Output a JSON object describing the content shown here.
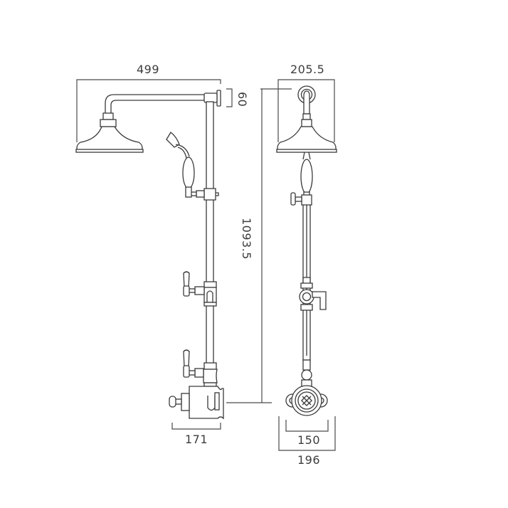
{
  "drawing": {
    "title": "Thermostatic shower set dimension drawing",
    "stroke_color": "#3a3a3a",
    "background": "#ffffff",
    "side_view": {
      "width_label": "499",
      "wall_offset_label": "60",
      "height_label": "1093.5",
      "valve_depth_label": "171"
    },
    "front_view": {
      "head_width_label": "205.5",
      "valve_inner_width_label": "150",
      "valve_outer_width_label": "196"
    }
  }
}
